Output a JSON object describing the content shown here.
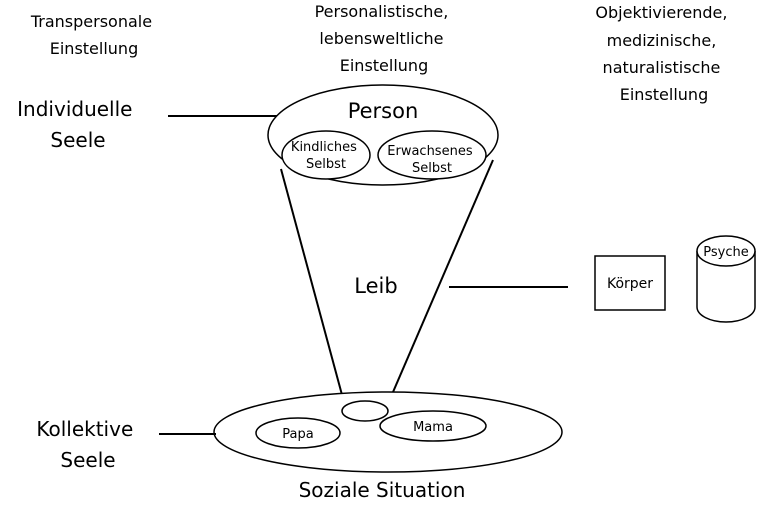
{
  "headers": {
    "transpersonal": [
      "Transpersonale",
      "Einstellung"
    ],
    "personalistic": [
      "Personalistische,",
      "lebensweltliche",
      "Einstellung"
    ],
    "objectifying": [
      "Objektivierende,",
      "medizinische,",
      "naturalistische",
      "Einstellung"
    ]
  },
  "labels": {
    "individual_soul": [
      "Individuelle",
      "Seele"
    ],
    "collective_soul": [
      "Kollektive",
      "Seele"
    ],
    "person": "Person",
    "inner_child": [
      "Kindliches",
      "Selbst"
    ],
    "adult_self": [
      "Erwachsenes",
      "Selbst"
    ],
    "leib": "Leib",
    "body": "Körper",
    "psyche": "Psyche",
    "papa": "Papa",
    "mama": "Mama",
    "social_situation": "Soziale Situation"
  }
}
